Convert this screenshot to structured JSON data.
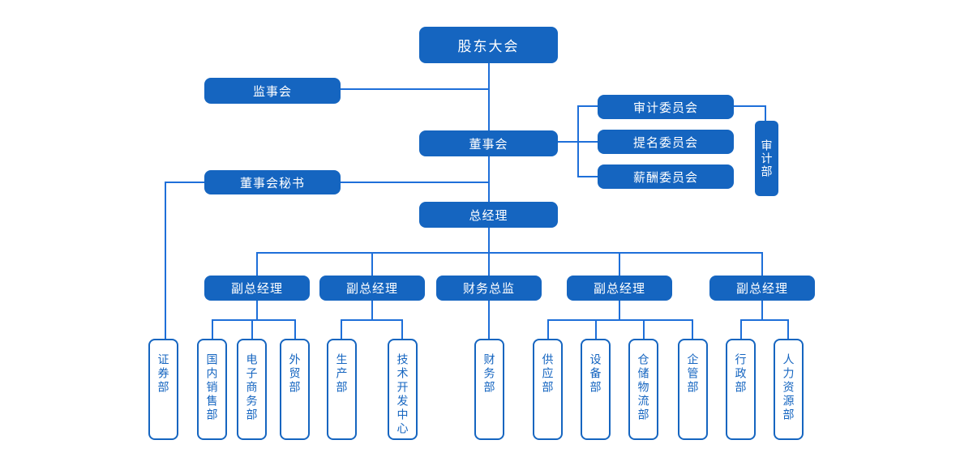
{
  "chart": {
    "type": "org-chart",
    "colors": {
      "node_fill": "#1565c0",
      "node_border": "#1565c0",
      "connector": "#1e6fd9",
      "background": "#ffffff",
      "node_text_on_blue": "#ffffff",
      "node_text_on_white": "#1565c0"
    },
    "nodes": {
      "shareholders": "股东大会",
      "supervisory": "监事会",
      "board": "董事会",
      "audit_committee": "审计委员会",
      "nomination_committee": "提名委员会",
      "compensation_committee": "薪酬委员会",
      "audit_dept": "审计部",
      "board_secretary": "董事会秘书",
      "general_manager": "总经理",
      "deputy_gm_1": "副总经理",
      "deputy_gm_2": "副总经理",
      "cfo": "财务总监",
      "deputy_gm_3": "副总经理",
      "deputy_gm_4": "副总经理",
      "securities": "证券部",
      "domestic_sales": "国内销售部",
      "ecommerce": "电子商务部",
      "foreign_trade": "外贸部",
      "production": "生产部",
      "tech_dev": "技术开发中心",
      "finance": "财务部",
      "supply": "供应部",
      "equipment": "设备部",
      "warehouse_logistics": "仓储物流部",
      "enterprise_mgmt": "企管部",
      "administration": "行政部",
      "human_resources": "人力资源部"
    }
  }
}
